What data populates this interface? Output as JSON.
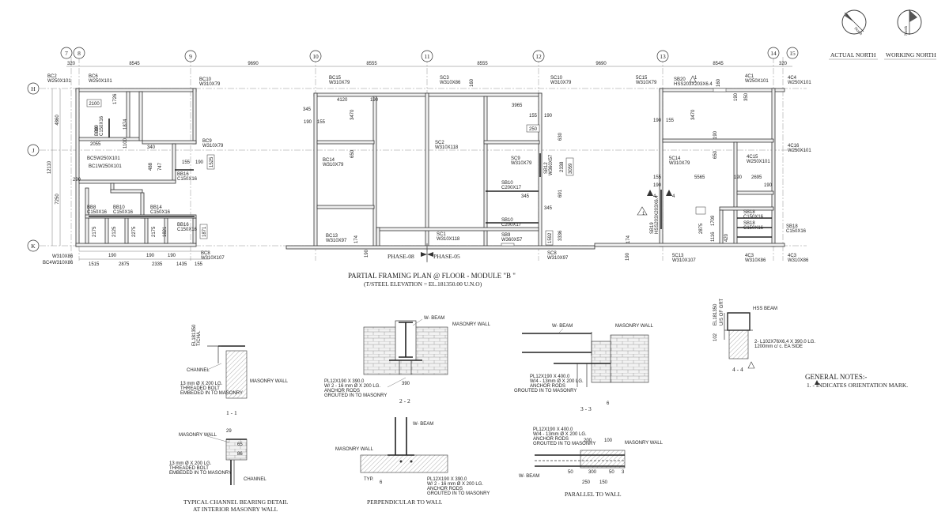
{
  "plan": {
    "title": "PARTIAL FRAMING PLAN @     FLOOR - MODULE \"B     \"",
    "subtitle": "(T/STEEL ELEVATION = EL.181350.00 U.N.O)",
    "phase_left": "PHASE-08",
    "phase_right": "PHASE-05",
    "col_grids": [
      "7",
      "8",
      "9",
      "10",
      "11",
      "12",
      "13",
      "14",
      "15"
    ],
    "row_grids": [
      "H",
      "J",
      "K"
    ],
    "top_dims": [
      "320",
      "8545",
      "9690",
      "8555",
      "8555",
      "9690",
      "8545",
      "320"
    ],
    "left_dims": [
      "4860",
      "12110",
      "7250"
    ],
    "bottom_dims": [
      "1515",
      "2875",
      "2335",
      "1435",
      "155",
      "190",
      "190",
      "190"
    ],
    "members": {
      "bc2": "BC2",
      "bc2s": "W250X101",
      "bc6": "BC6",
      "bc6s": "W250X101",
      "bc10": "BC10",
      "bc10s": "W310X79",
      "bc9": "BC9",
      "bc9s": "W310X79",
      "bc5": "BC5",
      "bc5s": "W250X101",
      "bc1": "BC1",
      "bc1s": "W250X101",
      "bb16a": "BB16",
      "bb16as": "C150X16",
      "bb8": "BB8",
      "bb8s": "C150X16",
      "bb10": "BB10",
      "bb10s": "C150X16",
      "bb14": "BB14",
      "bb14s": "C150X16",
      "bb16b": "BB16",
      "bb16bs": "C150X16",
      "bb9": "BB9",
      "bb9s": "C150X16",
      "bc3": "W310X86",
      "bc4": "BC4",
      "bc4s": "W310X86",
      "bc8": "BC8",
      "bc8s": "W310X107",
      "bc15": "BC15",
      "bc15s": "W310X79",
      "bc14": "BC14",
      "bc14s": "W310X79",
      "bc13": "BC13",
      "bc13s": "W310X97",
      "sc3": "SC3",
      "sc3s": "W310X86",
      "sc2": "SC2",
      "sc2s": "W310X118",
      "sc1": "SC1",
      "sc1s": "W310X118",
      "sc10": "SC10",
      "sc10s": "W310X79",
      "sc9": "SC9",
      "sc9s": "W310X79",
      "sb12": "SB12",
      "sb12s": "W360X57",
      "sb10a": "SB10",
      "sb10as": "C200X17",
      "sb10b": "SB10",
      "sb10bs": "C200X17",
      "sb9": "SB9",
      "sb9s": "W360X57",
      "sc8": "SC8",
      "sc8s": "W310X97",
      "5c15": "5C15",
      "5c15s": "W310X79",
      "sb20": "SB20",
      "sb20s": "HSS203X203X6.4",
      "4c1": "4C1",
      "4c1s": "W250X101",
      "4c4": "4C4",
      "4c4s": "W250X101",
      "4c16": "4C16",
      "4c16s": "W250X101",
      "4c15": "4C15",
      "4c15s": "W250X101",
      "5c14": "5C14",
      "5c14s": "W310X79",
      "sb18a": "SB18",
      "sb18as": "C150X16",
      "sb18b": "SB18",
      "sb18bs": "C150X16",
      "sb18c": "SB18",
      "sb18cs": "C150X16",
      "sb19": "SB19",
      "sb19s": "HSS203X203X6.4",
      "5c13": "5C13",
      "5c13s": "W310X107",
      "4c3a": "4C3",
      "4c3as": "W310X86",
      "4c3b": "4C3",
      "4c3bs": "W310X86"
    },
    "dims": {
      "d2100": "2100",
      "d1726": "1726",
      "d1874": "1874",
      "d889": "889",
      "d1100": "1100",
      "d2055": "2055",
      "d340": "340",
      "d488": "488",
      "d747": "747",
      "d155": "155",
      "d190": "190",
      "d1525": "1525",
      "d290": "290",
      "d2175": "2175",
      "d2125": "2125",
      "d2275": "2275",
      "d2275b": "2175",
      "d1821": "1821",
      "d1871": "1871",
      "d345": "345",
      "d4120": "4120",
      "d3470": "3470",
      "d650": "650",
      "d174": "174",
      "d3965": "3965",
      "d250": "250",
      "d630": "630",
      "d2338": "2338",
      "d3059": "3059",
      "d691": "691",
      "d1592": "1592",
      "d3336": "3336",
      "d3470b": "3470",
      "d5565": "5565",
      "d2695": "2695",
      "d1709": "1709",
      "d2875": "2875",
      "d1116": "1116",
      "d420": "420",
      "d350": "350",
      "d160": "160"
    }
  },
  "north": {
    "actual": "ACTUAL NORTH",
    "working": "WORKING NORTH",
    "actual_glyph": "North",
    "working_glyph": "North"
  },
  "details": {
    "d11": {
      "elev": "EL181350",
      "toch": "T/CHA.",
      "channel": "CHANNEL",
      "masonry": "MASONRY WALL",
      "bolt1": "13 mm Ø X 200 LG.",
      "bolt2": "THREADED BOLT",
      "bolt3": "EMBEDED IN TO MASONRY",
      "label": "1 - 1"
    },
    "d22": {
      "beam": "W- BEAM",
      "masonry": "MASONRY WALL",
      "pl1": "PL12X190   X 390.0",
      "pl2": "W/ 2 - 16 mm Ø X 200 LG.",
      "pl3": "ANCHOR RODS",
      "pl4": "GROUTED IN TO MASONRY",
      "dim": "390",
      "label": "2 - 2"
    },
    "d33": {
      "beam": "W- BEAM",
      "masonry": "MASONRY WALL",
      "pl1": "PL12X190   X 400.0",
      "pl2": "W/4 - 13mm Ø X 200 LG.",
      "pl3": "ANCHOR RODS",
      "pl4": "GROUTED IN TO MASONRY",
      "label": "3 - 3",
      "six": "6"
    },
    "d44": {
      "hss": "HSS BEAM",
      "elev": "EL181350",
      "uof": "U/S OF GRT",
      "angle1": "2- L102X76X6.4    X 390.0 LG.",
      "angle2": "1200mm c/ c. EA SIDE",
      "h": "102",
      "label": "4 - 4"
    },
    "dch": {
      "masonry": "MASONRY WALL",
      "channel": "CHANNEL",
      "d29": "29",
      "d65": "65",
      "d86": "86",
      "bolt1": "13 mm Ø X 200 LG.",
      "bolt2": "THREADED BOLT",
      "bolt3": "EMBEDED IN TO MASONRY",
      "title1": "TYPICAL CHANNEL BEARING DETAIL",
      "title2": "AT INTERIOR MASONRY WALL"
    },
    "dperp": {
      "beam": "W- BEAM",
      "masonry": "MASONRY WALL",
      "typ": "TYP.",
      "six": "6",
      "pl1": "PL12X190   X 390.0",
      "pl2": "W/ 2 - 16 mm Ø X 200 LG.",
      "pl3": "ANCHOR RODS",
      "pl4": "GROUTED IN TO MASONRY",
      "title": "PERPENDICULAR TO WALL"
    },
    "dpar": {
      "pl1": "PL12X190   X 400.0",
      "pl2": "W/4 - 13mm Ø X 200 LG.",
      "pl3": "ANCHOR RODS",
      "pl4": "GROUTED IN TO MASONRY",
      "masonry": "MASONRY WALL",
      "beam": "W- BEAM",
      "d200": "200",
      "d100": "100",
      "d50a": "50",
      "d300": "300",
      "d50b": "50",
      "d3": "3",
      "d250": "250",
      "d150": "150",
      "title": "PARALLEL TO WALL"
    }
  },
  "notes": {
    "title": "GENERAL NOTES:-",
    "item1": "1.    - INDICATES ORIENTATION MARK."
  },
  "marks": {
    "m1": "1",
    "m4a": "4",
    "m4b": "4"
  }
}
